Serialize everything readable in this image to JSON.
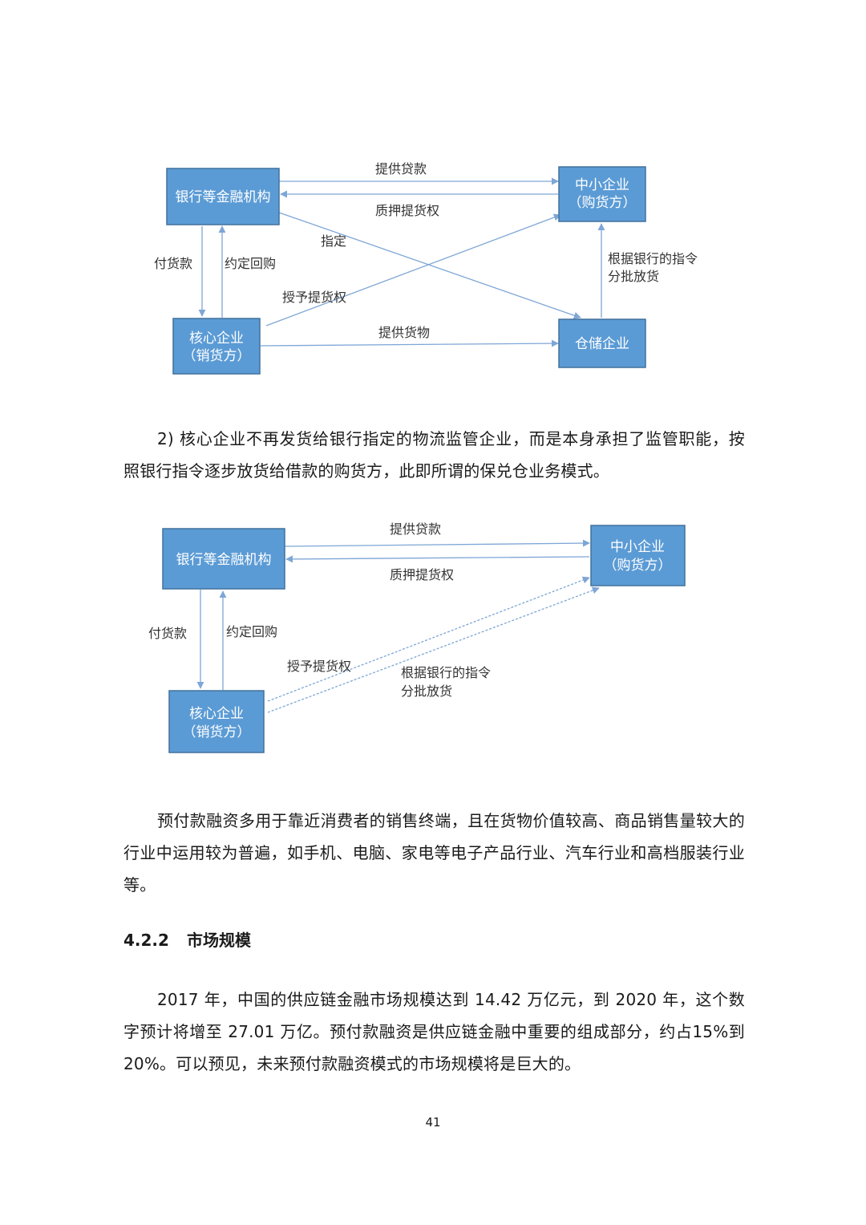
{
  "diagram1": {
    "boxes": {
      "bank": [
        "银行等金融机构"
      ],
      "sme": [
        "中小企业",
        "（购货方）"
      ],
      "core": [
        "核心企业",
        "（销货方）"
      ],
      "warehouse": [
        "仓储企业"
      ]
    },
    "edges": {
      "provide_loan": "提供贷款",
      "pledge_rights": "质押提货权",
      "designate": "指定",
      "pay": "付货款",
      "buyback": "约定回购",
      "grant_rights": "授予提货权",
      "ship_goods": "提供货物",
      "release_line1": "根据银行的指令",
      "release_line2": "分批放货"
    }
  },
  "paragraph1": "2) 核心企业不再发货给银行指定的物流监管企业，而是本身承担了监管职能，按照银行指令逐步放货给借款的购货方，此即所谓的保兑仓业务模式。",
  "diagram2": {
    "boxes": {
      "bank": [
        "银行等金融机构"
      ],
      "sme": [
        "中小企业",
        "（购货方）"
      ],
      "core": [
        "核心企业",
        "（销货方）"
      ]
    },
    "edges": {
      "provide_loan": "提供贷款",
      "pledge_rights": "质押提货权",
      "pay": "付货款",
      "buyback": "约定回购",
      "grant_rights": "授予提货权",
      "release_line1": "根据银行的指令",
      "release_line2": "分批放货"
    }
  },
  "paragraph2": "预付款融资多用于靠近消费者的销售终端，且在货物价值较高、商品销售量较大的行业中运用较为普遍，如手机、电脑、家电等电子产品行业、汽车行业和高档服装行业等。",
  "section": {
    "number": "4.2.2",
    "title": "市场规模"
  },
  "paragraph3": "2017 年，中国的供应链金融市场规模达到 14.42 万亿元，到 2020 年，这个数字预计将增至 27.01 万亿。预付款融资是供应链金融中重要的组成部分，约占15%到 20%。可以预见，未来预付款融资模式的市场规模将是巨大的。",
  "page_number": "41"
}
